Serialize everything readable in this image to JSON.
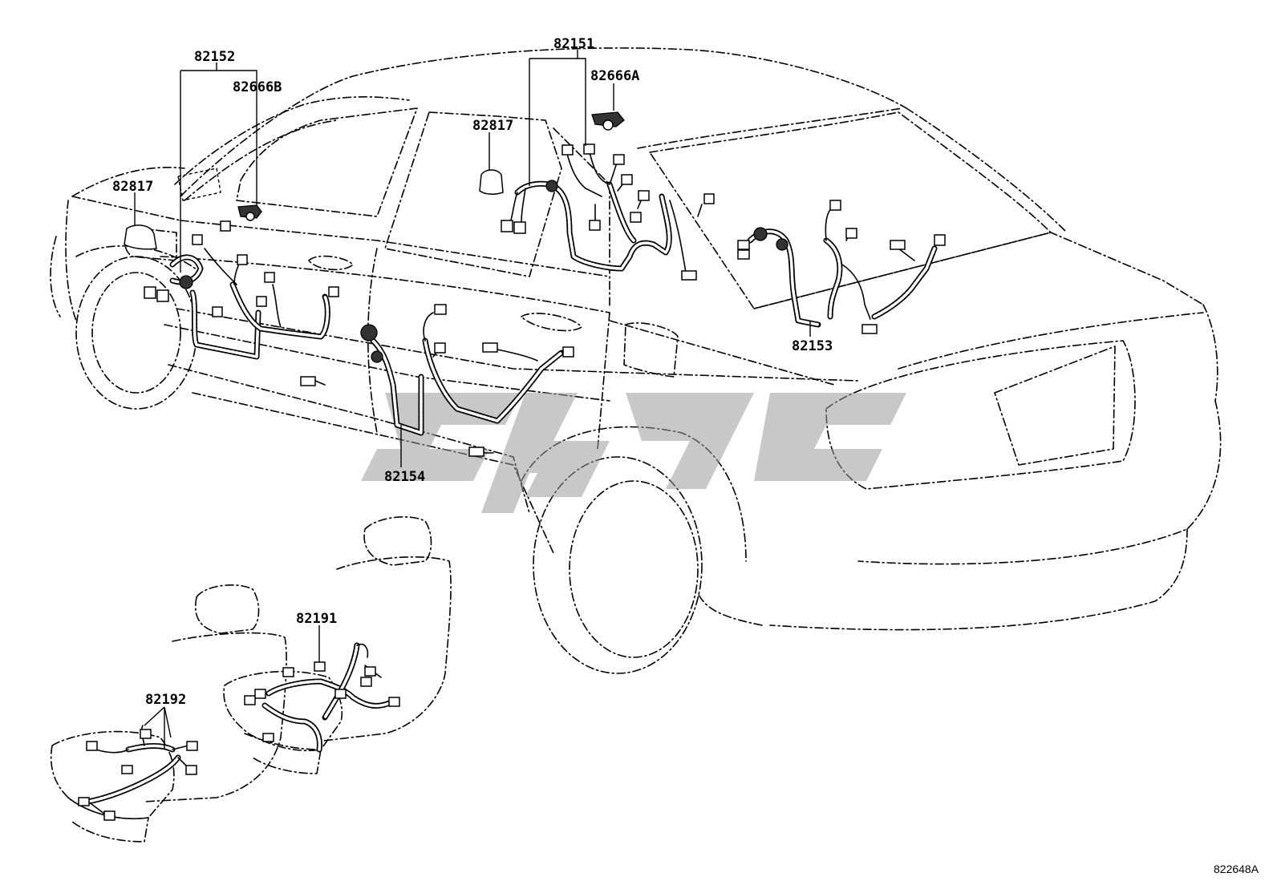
{
  "labels": {
    "l82151": "82151",
    "l82152": "82152",
    "l82666A": "82666A",
    "l82666B": "82666B",
    "l82817_top": "82817",
    "l82817_left": "82817",
    "l82153": "82153",
    "l82154": "82154",
    "l82191": "82191",
    "l82192": "82192"
  },
  "figure_code": "822648A",
  "watermark_color": "#9a9a9a"
}
